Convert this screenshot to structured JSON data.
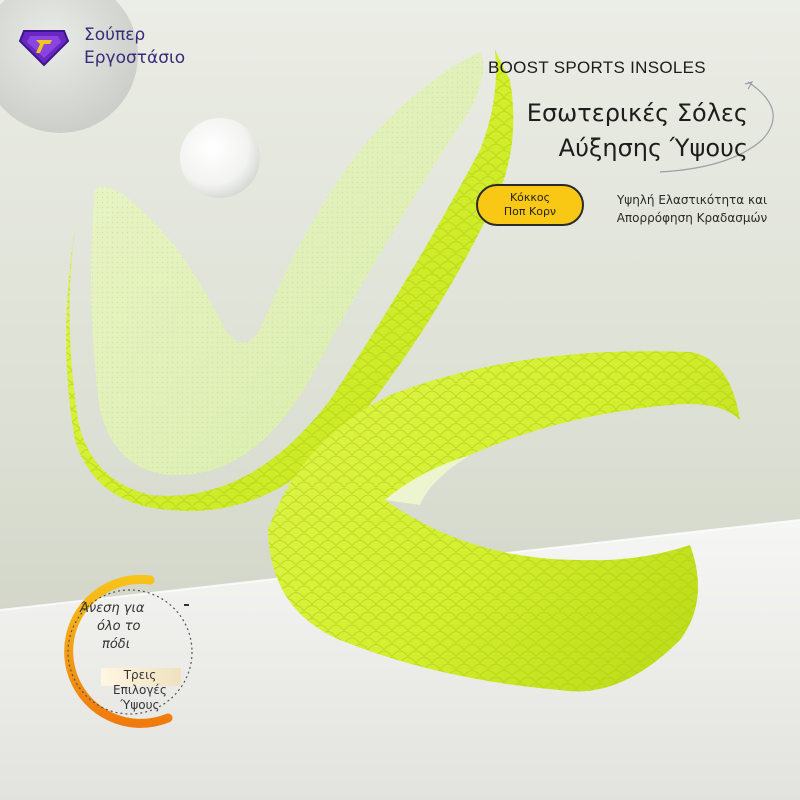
{
  "brand": {
    "line1": "Σούπερ",
    "line2": "Εργοστάσιο",
    "logo_icon": "diamond-shield-logo"
  },
  "product": {
    "english_title": "BOOST SPORTS INSOLES",
    "greek_title_line1": "Εσωτερικές Σόλες",
    "greek_title_line2": "Αύξησης Ύψους"
  },
  "feature": {
    "badge_line1": "Κόκκος",
    "badge_line2": "Ποπ Κορν",
    "description_line1": "Υψηλή Ελαστικότητα και",
    "description_line2": "Απορρόφηση Κραδασμών"
  },
  "comfort": {
    "line1": "Άνεση για",
    "line2": "όλο το",
    "line3": "πόδι"
  },
  "options": {
    "line1": "Τρεις",
    "line2": "Επιλογές",
    "line3": "Ύψους"
  },
  "colors": {
    "accent_yellow": "#f8c814",
    "insole_green": "#d6f03a",
    "brand_purple": "#5a1fb5",
    "ring_orange": "#f28a10"
  }
}
